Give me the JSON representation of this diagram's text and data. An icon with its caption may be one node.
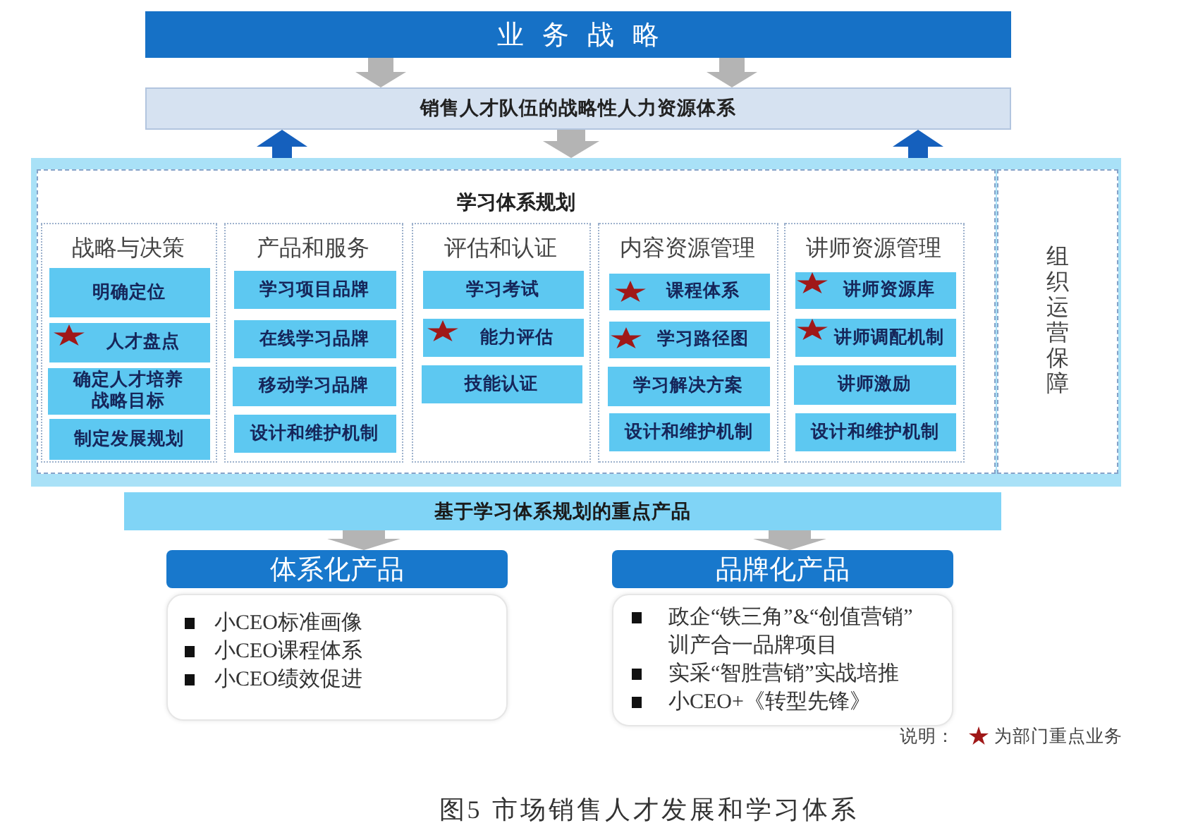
{
  "diagram": {
    "caption": "图5 市场销售人才发展和学习体系",
    "nodes": [
      {
        "text": [
          "业务战略"
        ]
      },
      {
        "text": [
          "销售人才队伍的战略性人力资源体系"
        ]
      },
      {
        "text": [],
        "shape": "box"
      },
      {
        "text": [
          "学习体系规划"
        ],
        "in": 2
      },
      {
        "text": [
          "战略与决策"
        ],
        "in": 3
      },
      {
        "text": [
          "明确定位"
        ],
        "in": 4
      },
      {
        "text": [
          "人才盘点"
        ],
        "in": 4
      },
      {
        "text": [
          "确定人才培养战略目标"
        ],
        "in": 4
      },
      {
        "text": [
          "制定发展规划"
        ],
        "in": 4
      },
      {
        "text": [
          "产品和服务"
        ],
        "in": 3
      },
      {
        "text": [
          "学习项目品牌"
        ],
        "in": 9
      },
      {
        "text": [
          "在线学习品牌"
        ],
        "in": 9
      },
      {
        "text": [
          "移动学习品牌"
        ],
        "in": 9
      },
      {
        "text": [
          "设计和维护机制"
        ],
        "in": 9
      },
      {
        "text": [
          "评估和认证"
        ],
        "in": 3
      },
      {
        "text": [
          "学习考试"
        ],
        "in": 14
      },
      {
        "text": [
          "能力评估"
        ],
        "in": 14
      },
      {
        "text": [
          "技能认证"
        ],
        "in": 14
      },
      {
        "text": [
          "内容资源管理"
        ],
        "in": 3
      },
      {
        "text": [
          "课程体系"
        ],
        "in": 18
      },
      {
        "text": [
          "学习路径图"
        ],
        "in": 18
      },
      {
        "text": [
          "学习解决方案"
        ],
        "in": 18
      },
      {
        "text": [
          "设计和维护机制"
        ],
        "in": 18
      },
      {
        "text": [
          "讲师资源管理"
        ],
        "in": 3
      },
      {
        "text": [
          "讲师资源库"
        ],
        "in": 23
      },
      {
        "text": [
          "讲师调配机制"
        ],
        "in": 23
      },
      {
        "text": [
          "讲师激励"
        ],
        "in": 23
      },
      {
        "text": [
          "设计和维护机制"
        ],
        "in": 23
      },
      {
        "text": [
          "组织运营保障"
        ],
        "in": 2
      },
      {
        "text": [
          "基于学习体系规划的重点产品"
        ]
      },
      {
        "text": [
          "体系化产品"
        ]
      },
      {
        "text": [
          "小CEO标准画像",
          "小CEO课程体系",
          "小CEO绩效促进"
        ]
      },
      {
        "text": [
          "品牌化产品"
        ]
      },
      {
        "text": [
          "政企“铁三角”&“创值营销”训产合一品牌项目",
          "实采“智胜营销”实战培推",
          "小CEO+《转型先锋》"
        ]
      }
    ],
    "edges": [
      {
        "from": 0,
        "to": 1,
        "arrow": "to"
      },
      {
        "from": 0,
        "to": 1,
        "arrow": "to"
      },
      {
        "from": 1,
        "to": 2,
        "arrow": "to"
      },
      {
        "from": 2,
        "to": 1,
        "arrow": "to",
        "color": "#1560bd"
      },
      {
        "from": 2,
        "to": 1,
        "arrow": "to",
        "color": "#1560bd"
      },
      {
        "from": 29,
        "to": 30,
        "arrow": "to"
      },
      {
        "from": 29,
        "to": 32,
        "arrow": "to"
      }
    ],
    "labels": [
      "说明："
    ],
    "legend": [
      {
        "text": "为部门重点业务"
      }
    ]
  }
}
